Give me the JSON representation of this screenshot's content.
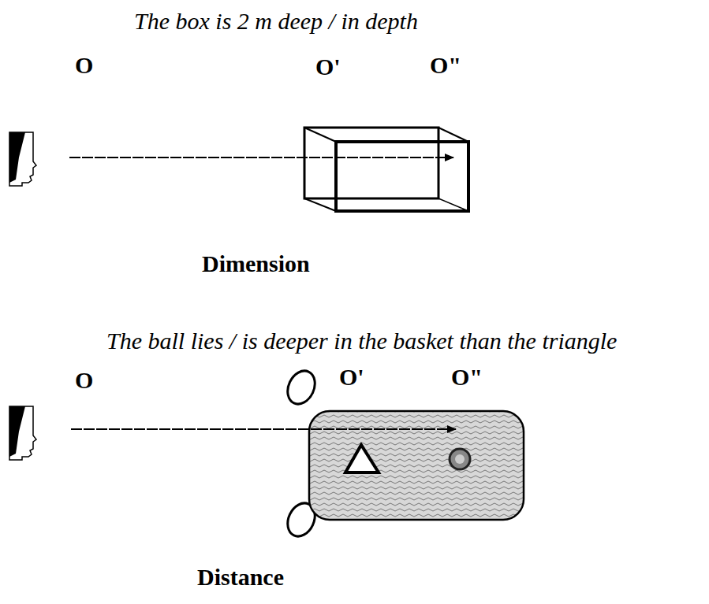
{
  "diagram": {
    "labels": [
      "The box is 2 m deep / in depth",
      "O",
      "O'",
      "O\"",
      "Dimension",
      "The ball lies / is deeper in the basket than the triangle",
      "O",
      "O'",
      "O\"",
      "Distance"
    ]
  }
}
